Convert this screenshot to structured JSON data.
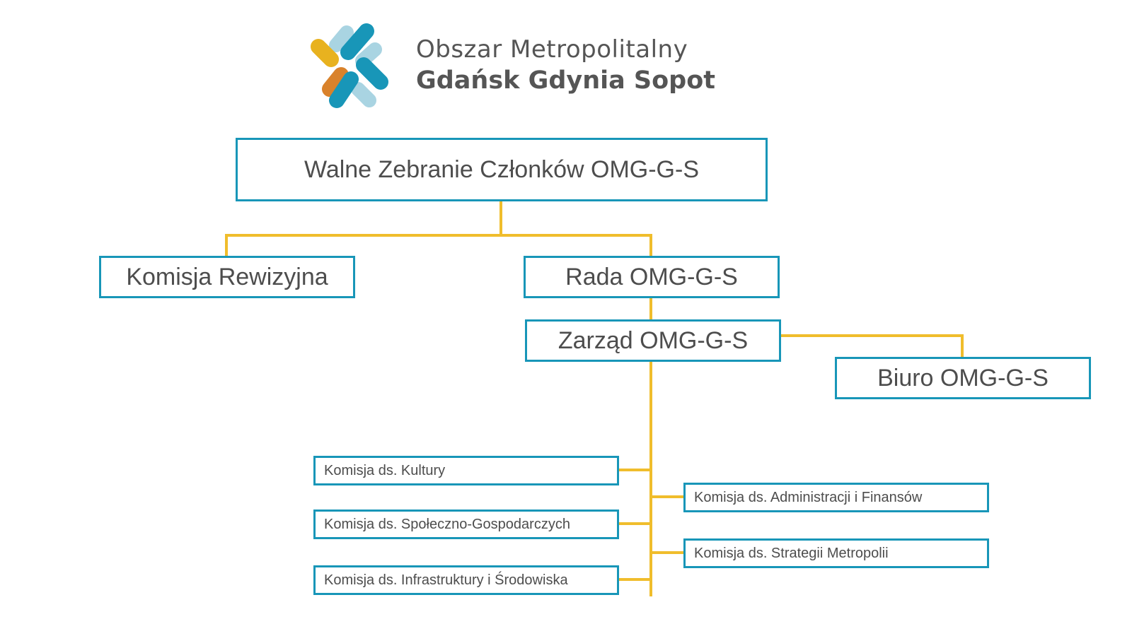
{
  "colors": {
    "box_border": "#1896b8",
    "connector": "#f0bd2c",
    "text": "#4d4d4d",
    "logo": [
      "#e8b21f",
      "#d9822b",
      "#1896b8",
      "#a9d4e2"
    ]
  },
  "logo": {
    "line1": "Obszar Metropolitalny",
    "line2": "Gdańsk Gdynia Sopot"
  },
  "nodes": {
    "walne": "Walne Zebranie Członków OMG-G-S",
    "komisja_rewizyjna": "Komisja Rewizyjna",
    "rada": "Rada OMG-G-S",
    "zarzad": "Zarząd OMG-G-S",
    "biuro": "Biuro OMG-G-S",
    "komisje_left": [
      "Komisja ds. Kultury",
      "Komisja ds. Społeczno-Gospodarczych",
      "Komisja ds. Infrastruktury i Środowiska"
    ],
    "komisje_right": [
      "Komisja ds. Administracji i Finansów",
      "Komisja ds. Strategii Metropolii"
    ]
  }
}
